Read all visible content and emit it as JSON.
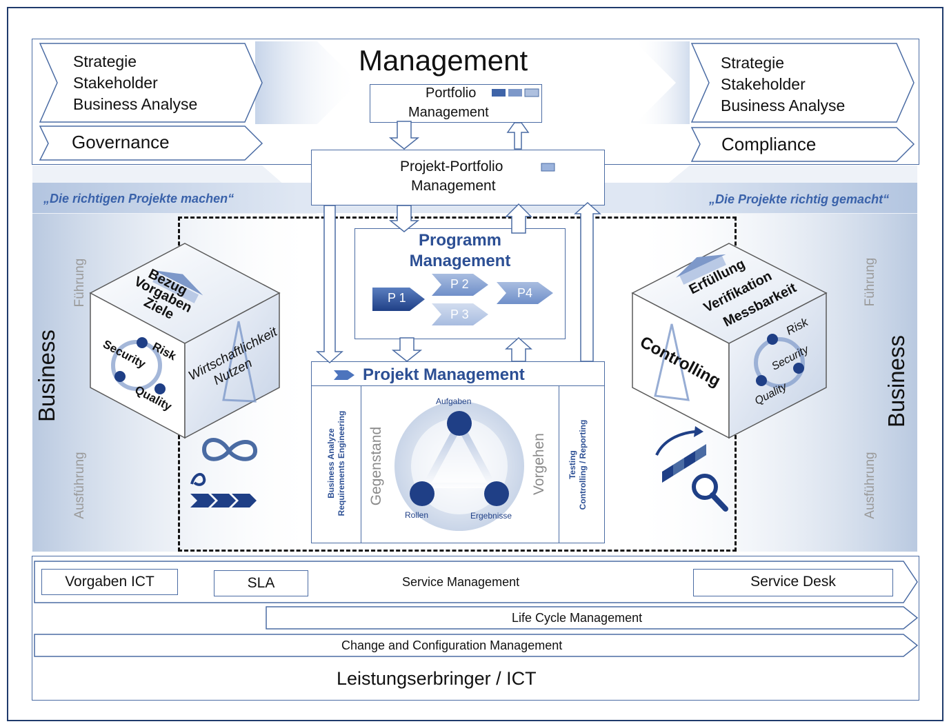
{
  "header": {
    "title": "Management",
    "left_items": [
      "Strategie",
      "Stakeholder",
      "Business Analyse"
    ],
    "right_items": [
      "Strategie",
      "Stakeholder",
      "Business Analyse"
    ],
    "governance": "Governance",
    "compliance": "Compliance",
    "portfolio_line1": "Portfolio",
    "portfolio_line2": "Management"
  },
  "ppm": {
    "line1": "Projekt-Portfolio",
    "line2": "Management"
  },
  "band": {
    "left_quote": "„Die richtigen Projekte machen“",
    "right_quote": "„Die Projekte richtig gemacht“"
  },
  "side": {
    "business_left": "Business",
    "business_right": "Business",
    "fuehrung_left": "Führung",
    "ausfuehrung_left": "Ausführung",
    "fuehrung_right": "Führung",
    "ausfuehrung_right": "Ausführung"
  },
  "programm": {
    "line1": "Programm",
    "line2": "Management",
    "p1": "P 1",
    "p2": "P 2",
    "p3": "P 3",
    "p4": "P4"
  },
  "projekt": {
    "title": "Projekt Management",
    "left_col_1": "Business Analyze",
    "left_col_2": "Requirements Engineering",
    "right_col_1": "Testing",
    "right_col_2": "Controlling / Reporting",
    "gegenstand": "Gegenstand",
    "vorgehen": "Vorgehen",
    "aufgaben": "Aufgaben",
    "rollen": "Rollen",
    "ergebnisse": "Ergebnisse"
  },
  "cube_left": {
    "top_1": "Bezug",
    "top_2": "Vorgaben",
    "top_3": "Ziele",
    "front_security": "Security",
    "front_risk": "Risk",
    "front_quality": "Quality",
    "side_1": "Wirtschaftlichkeit",
    "side_2": "Nutzen"
  },
  "cube_right": {
    "top_1": "Erfüllung",
    "top_2": "Verifikation",
    "top_3": "Messbarkeit",
    "front": "Controlling",
    "side_risk": "Risk",
    "side_security": "Security",
    "side_quality": "Quality"
  },
  "ict": {
    "vorgaben": "Vorgaben ICT",
    "sla": "SLA",
    "service_management": "Service  Management",
    "service_desk": "Service Desk",
    "life_cycle": "Life Cycle Management",
    "change_config": "Change  and  Configuration  Management",
    "title": "Leistungserbringer / ICT"
  },
  "colors": {
    "accent": "#1f3f86",
    "band": "#c5d3e8",
    "border": "#4a6ba3"
  }
}
